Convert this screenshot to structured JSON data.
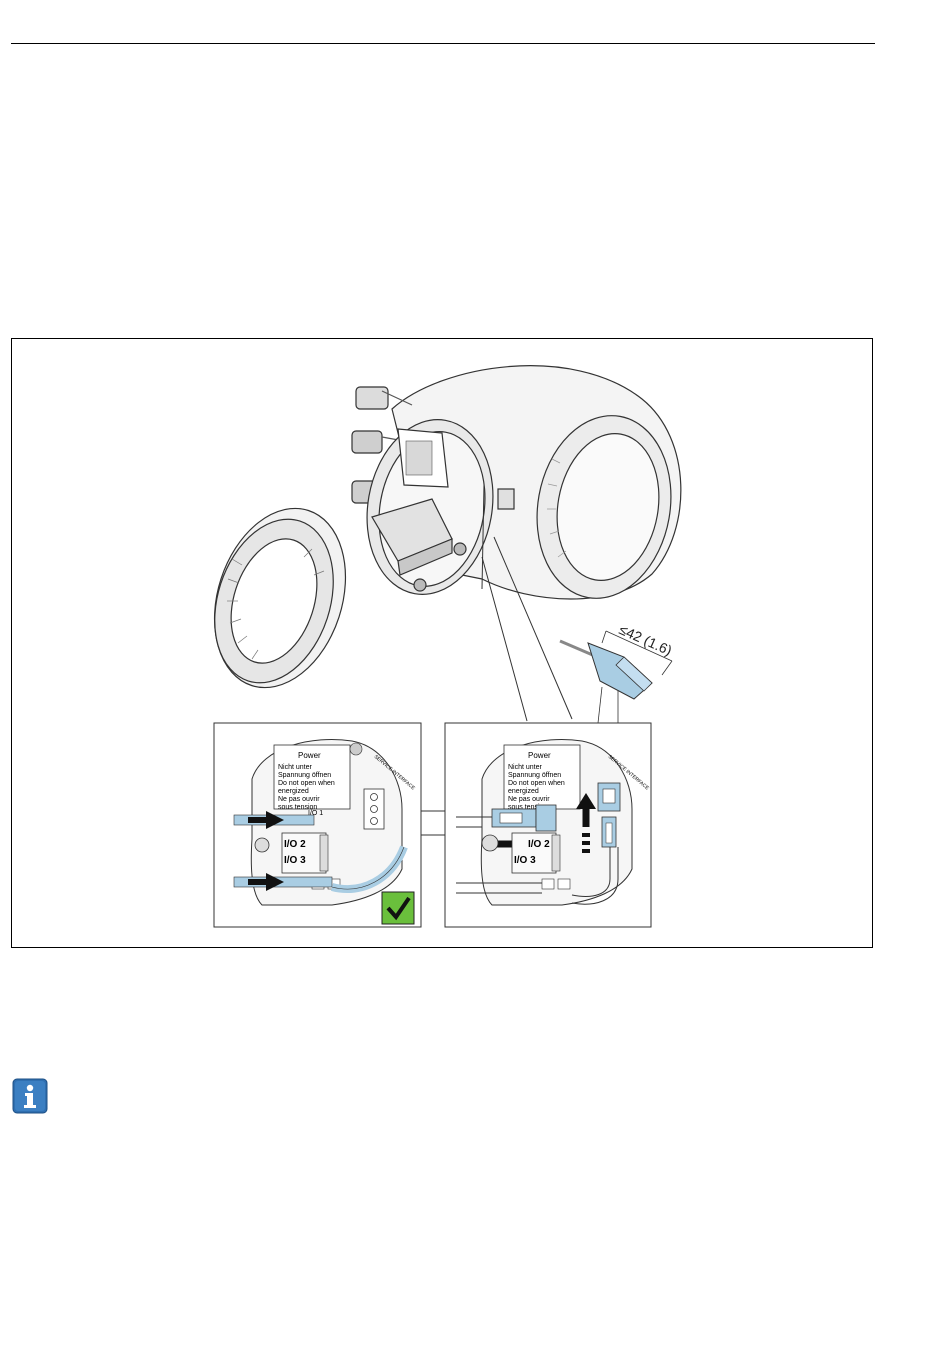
{
  "figure": {
    "dimension_label": "≤42 (1.6)",
    "power_label": {
      "title": "Power",
      "lines": [
        "Nicht unter",
        "Spannung öffnen",
        "Do not open when",
        "energized",
        "Ne pas ouvrir",
        "sous tension"
      ]
    },
    "service_interface_label": "SERVICE INTERFACE",
    "io_labels": [
      "I/O 1",
      "I/O 2",
      "I/O 3"
    ],
    "housing_cover_text": "Spannung öffnen / Nicht unter / Do not open when energized"
  },
  "colors": {
    "accent_blue": "#a9cde3",
    "check_green": "#6abf3c",
    "info_blue": "#2f6fb0"
  },
  "icons": {
    "note": "info-icon",
    "check": "checkmark-icon"
  }
}
